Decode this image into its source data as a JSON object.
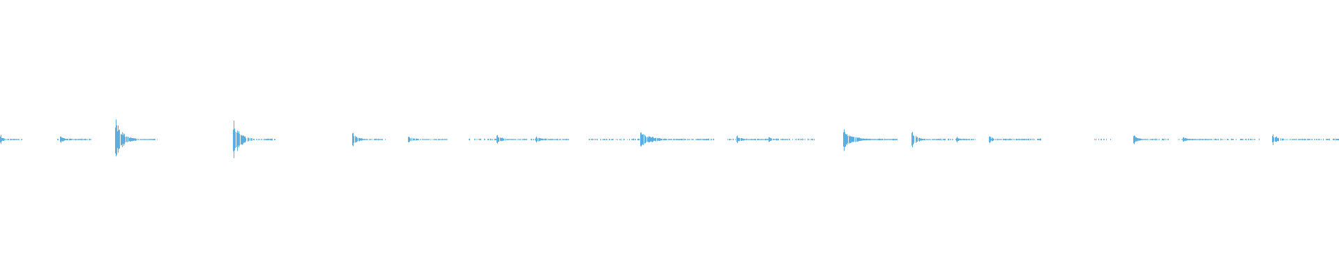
{
  "waveform": {
    "color": "#5aaee0",
    "duration_s": 20,
    "peak_amplitude_scale": 1.0,
    "bursts": [
      {
        "t": 0.0,
        "amp": 0.15,
        "tail": 0.3
      },
      {
        "t": 0.9,
        "amp": 0.12,
        "tail": 0.45
      },
      {
        "t": 1.72,
        "amp": 0.7,
        "tail": 0.6
      },
      {
        "t": 3.48,
        "amp": 0.66,
        "tail": 0.6
      },
      {
        "t": 5.27,
        "amp": 0.24,
        "tail": 0.45
      },
      {
        "t": 6.1,
        "amp": 0.1,
        "tail": 0.6
      },
      {
        "t": 7.42,
        "amp": 0.16,
        "tail": 0.45
      },
      {
        "t": 8.0,
        "amp": 0.1,
        "tail": 0.5
      },
      {
        "t": 9.57,
        "amp": 0.24,
        "tail": 1.05
      },
      {
        "t": 11.0,
        "amp": 0.13,
        "tail": 0.45
      },
      {
        "t": 11.48,
        "amp": 0.09,
        "tail": 0.3
      },
      {
        "t": 12.6,
        "amp": 0.36,
        "tail": 0.8
      },
      {
        "t": 13.62,
        "amp": 0.26,
        "tail": 0.5
      },
      {
        "t": 14.29,
        "amp": 0.1,
        "tail": 0.3
      },
      {
        "t": 14.78,
        "amp": 0.12,
        "tail": 0.45
      },
      {
        "t": 16.93,
        "amp": 0.16,
        "tail": 0.4
      },
      {
        "t": 17.67,
        "amp": 0.08,
        "tail": 0.55
      },
      {
        "t": 19.0,
        "amp": 0.18,
        "tail": 0.55
      }
    ],
    "sparse_segments": [
      [
        0.0,
        0.32
      ],
      [
        0.85,
        1.35
      ],
      [
        2.15,
        2.35
      ],
      [
        3.9,
        4.1
      ],
      [
        5.6,
        5.75
      ],
      [
        6.55,
        6.65
      ],
      [
        6.98,
        7.4
      ],
      [
        7.8,
        8.45
      ],
      [
        8.8,
        9.55
      ],
      [
        10.0,
        10.65
      ],
      [
        10.85,
        12.15
      ],
      [
        12.9,
        13.4
      ],
      [
        13.95,
        14.55
      ],
      [
        14.8,
        15.55
      ],
      [
        16.35,
        16.62
      ],
      [
        17.2,
        17.45
      ],
      [
        17.6,
        18.8
      ],
      [
        19.4,
        20.0
      ]
    ]
  }
}
